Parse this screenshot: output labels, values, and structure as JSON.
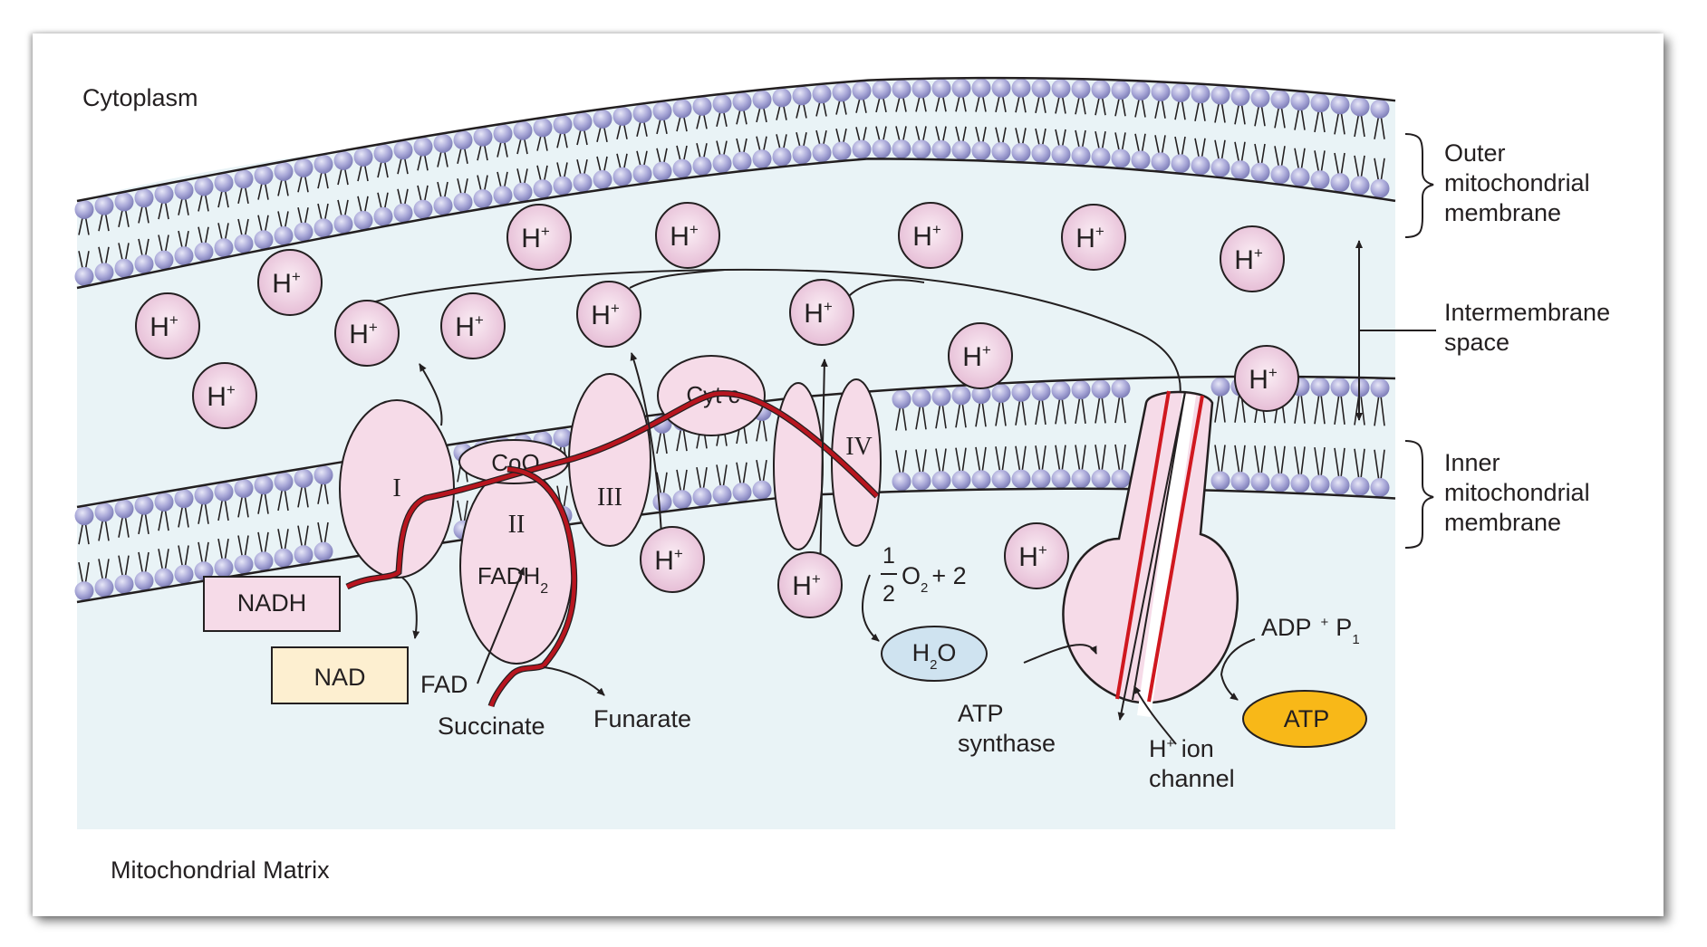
{
  "title": "Electron transport chain and chemiosmosis in the mitochondrion",
  "regions": {
    "cytoplasm": "Cytoplasm",
    "matrix": "Mitochondrial Matrix",
    "outer_membrane": [
      "Outer",
      "mitochondrial",
      "membrane"
    ],
    "intermembrane_space": [
      "Intermembrane",
      "space"
    ],
    "inner_membrane": [
      "Inner",
      "mitochondrial",
      "membrane"
    ]
  },
  "complexes": {
    "complex_1": "I",
    "coenzyme_q": "CoO",
    "complex_2": "II",
    "complex_3": "III",
    "cytochrome_c": "Cyt c",
    "complex_4": "IV",
    "atp_synthase": [
      "ATP",
      "synthase"
    ],
    "ion_channel": {
      "prefix": "H",
      "sup": "+",
      "suffix": " ion",
      "line2": "channel"
    }
  },
  "molecules": {
    "nadh": "NADH",
    "nad": "NAD",
    "fadh2": {
      "base": "FADH",
      "sub": "2"
    },
    "fad": "FAD",
    "succinate": "Succinate",
    "fumarate": "Funarate",
    "oxygen": {
      "num": "1",
      "den": "2",
      "base": "O",
      "sub": "2",
      "suffix": "+ 2"
    },
    "water": {
      "h": "H",
      "sub": "2",
      "o": "O"
    },
    "adp": {
      "base": "ADP",
      "plus": "+",
      "p": "P",
      "sub": "1"
    },
    "atp": "ATP"
  },
  "proton": {
    "base": "H",
    "sup": "+",
    "count": 17
  },
  "colors": {
    "background_region": "#e9f3f6",
    "lipid_head": "#a9a8d8",
    "protein_fill": "#f6dbe8",
    "proton_fill": "#eccbe0",
    "electron_path": "#b8151f",
    "nadh_box": "#f6dbe8",
    "nad_box": "#fdefd0",
    "water_fill": "#cfe3f0",
    "atp_fill": "#f8b818"
  }
}
